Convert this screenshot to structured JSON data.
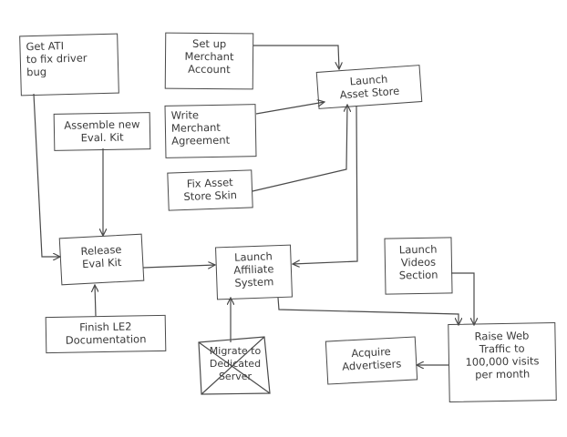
{
  "nodes": {
    "ati": [
      "Get ATI",
      "to fix driver",
      "bug"
    ],
    "merchant_account": [
      "Set up",
      "Merchant",
      "Account"
    ],
    "asset_store": [
      "Launch",
      "Asset Store"
    ],
    "eval_kit_new": [
      "Assemble new",
      "Eval. Kit"
    ],
    "merchant_agreement": [
      "Write",
      "Merchant",
      "Agreement"
    ],
    "store_skin": [
      "Fix Asset",
      "Store Skin"
    ],
    "release_eval": [
      "Release",
      "Eval Kit"
    ],
    "affiliate": [
      "Launch",
      "Affiliate",
      "System"
    ],
    "videos": [
      "Launch",
      "Videos",
      "Section"
    ],
    "le2_docs": [
      "Finish LE2",
      "Documentation"
    ],
    "migrate": [
      "Migrate to",
      "Dedicated",
      "Server"
    ],
    "advertisers": [
      "Acquire",
      "Advertisers"
    ],
    "traffic": [
      "Raise Web",
      "Traffic to",
      "100,000 visits",
      "per month"
    ]
  }
}
